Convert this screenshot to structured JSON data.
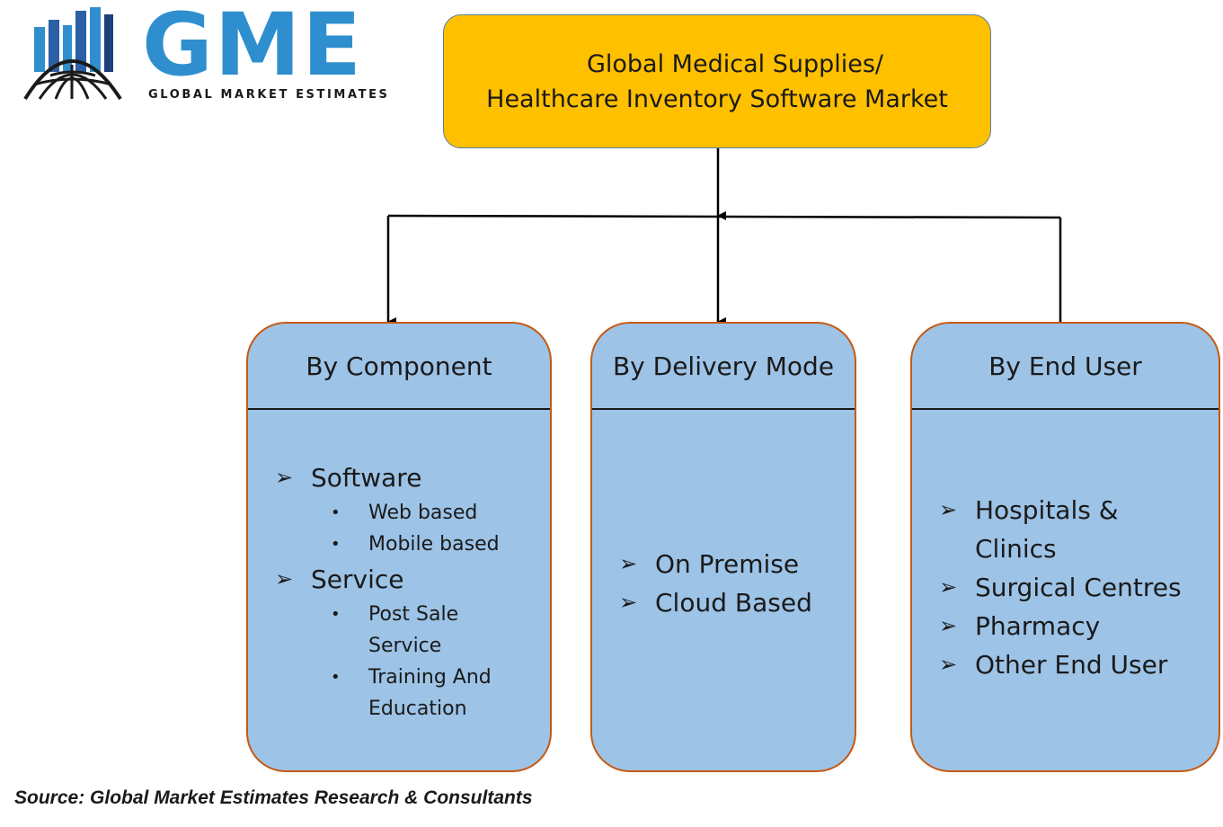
{
  "logo": {
    "letters": "GME",
    "tagline": "GLOBAL MARKET ESTIMATES",
    "brand_color": "#2f8fce",
    "icon": "globe-bar-chart-icon"
  },
  "root": {
    "line1": "Global Medical Supplies/",
    "line2": "Healthcare Inventory Software Market",
    "color": "#ffc000"
  },
  "segments": [
    {
      "title": "By Component",
      "items": [
        {
          "label": "Software",
          "subitems": [
            "Web based",
            "Mobile based"
          ]
        },
        {
          "label": "Service",
          "subitems": [
            "Post Sale Service",
            "Training And Education"
          ]
        }
      ]
    },
    {
      "title": "By Delivery Mode",
      "items": [
        {
          "label": "On Premise"
        },
        {
          "label": "Cloud Based"
        }
      ]
    },
    {
      "title": "By End User",
      "items": [
        {
          "label": "Hospitals & Clinics"
        },
        {
          "label": "Surgical Centres"
        },
        {
          "label": "Pharmacy"
        },
        {
          "label": "Other End User"
        }
      ]
    }
  ],
  "colors": {
    "card_fill": "#9dc3e6",
    "card_border": "#c55a11"
  },
  "source": "Source: Global Market Estimates Research & Consultants"
}
